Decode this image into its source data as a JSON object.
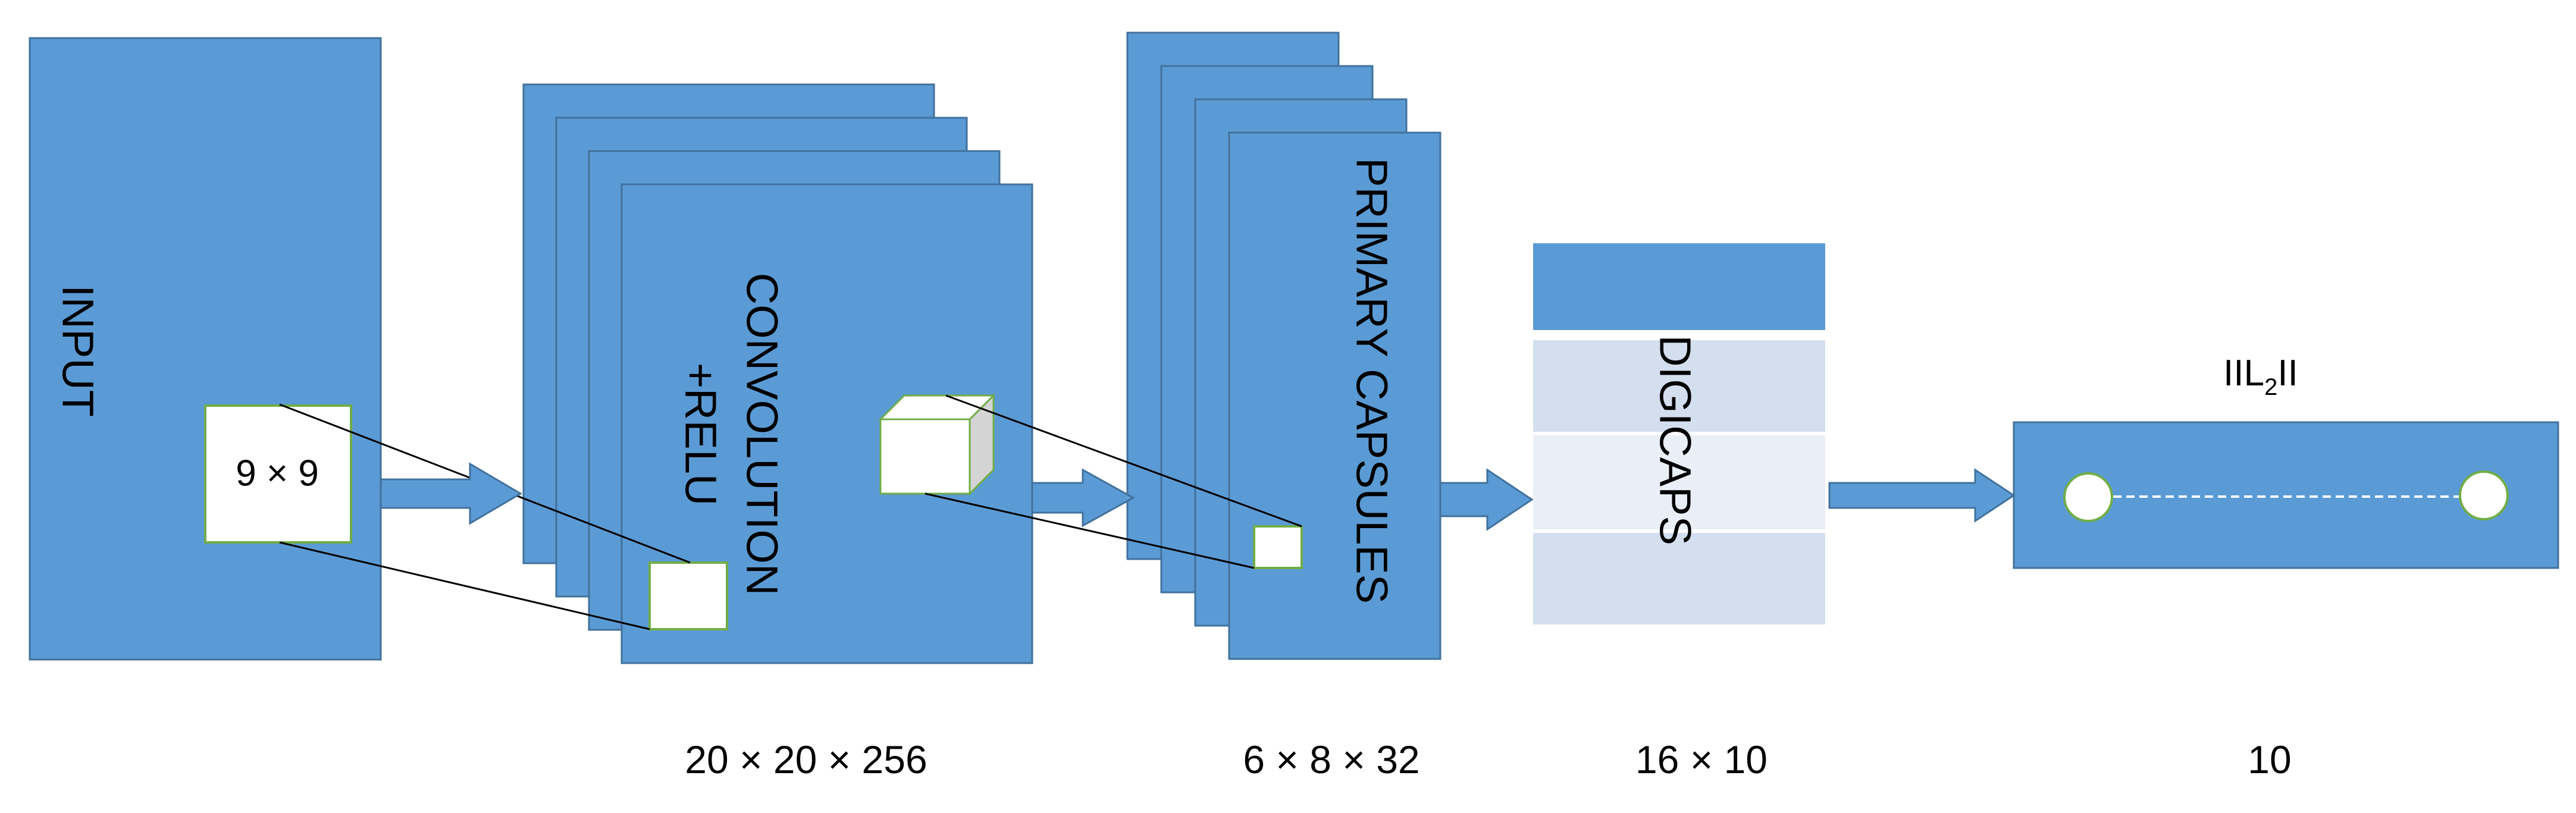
{
  "colors": {
    "block_fill": "#5b9bd5",
    "block_stroke": "#41719c",
    "kernel_stroke": "#70ad47",
    "digicaps_light": "#d3deef",
    "digicaps_lighter": "#e9eef7",
    "text": "#000000",
    "white": "#ffffff"
  },
  "blocks": {
    "input_label": "INPUT",
    "conv_label_line1": "CONVOLUTION",
    "conv_label_line2": "+RELU",
    "primary_label": "PRIMARY CAPSULES",
    "digicaps_label": "DIGICAPS"
  },
  "kernel_label": "9 × 9",
  "norm_label": {
    "prefix": "IIL",
    "subscript": "2",
    "suffix": "II"
  },
  "dimensions": {
    "conv": "20 × 20 × 256",
    "primary": "6 × 8 × 32",
    "digicaps": "16 × 10",
    "output": "10"
  }
}
